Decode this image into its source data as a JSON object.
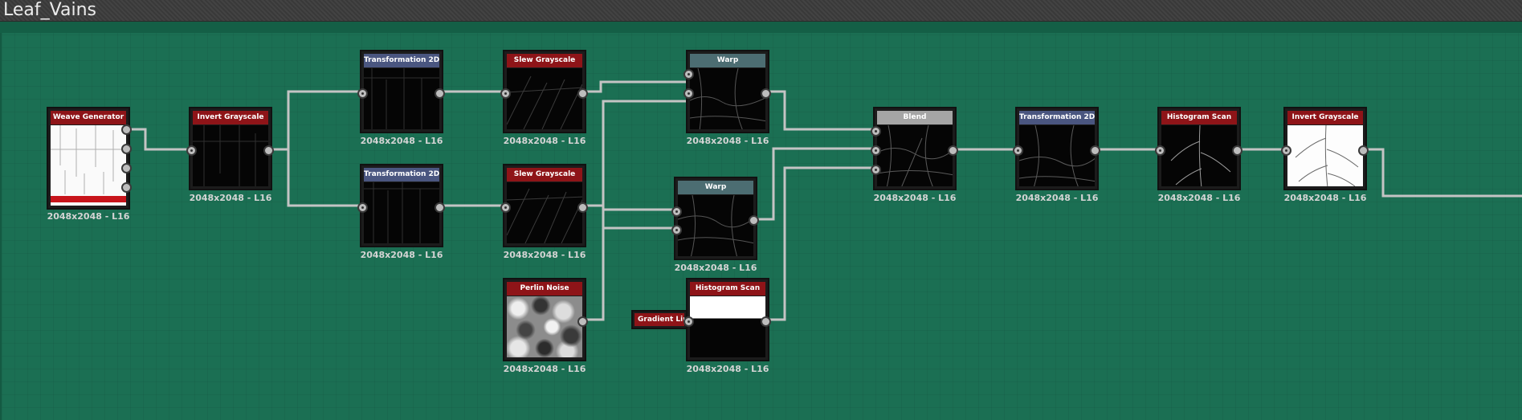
{
  "graph": {
    "title": "Leaf_Vains"
  },
  "colors": {
    "generator_header": "#8e1418",
    "filter_header": "#4a5680",
    "warp_header": "#4c6d72",
    "blend_header": "#a5a5a5",
    "wire": "#c4c4c4",
    "canvas": "#1b6f53"
  },
  "nodes": {
    "weave_generator": {
      "title": "Weave Generator",
      "resolution": "2048x2048 - L16",
      "icon": "weave-pattern-thumbnail"
    },
    "invert_grayscale_1": {
      "title": "Invert Grayscale",
      "resolution": "2048x2048 - L16"
    },
    "transformation_2d_1": {
      "title": "Transformation 2D",
      "resolution": "2048x2048 - L16"
    },
    "transformation_2d_2": {
      "title": "Transformation 2D",
      "resolution": "2048x2048 - L16"
    },
    "slew_grayscale_1": {
      "title": "Slew Grayscale",
      "resolution": "2048x2048 - L16"
    },
    "slew_grayscale_2": {
      "title": "Slew Grayscale",
      "resolution": "2048x2048 - L16"
    },
    "perlin_noise": {
      "title": "Perlin Noise",
      "resolution": "2048x2048 - L16"
    },
    "warp_1": {
      "title": "Warp",
      "resolution": "2048x2048 - L16"
    },
    "warp_2": {
      "title": "Warp",
      "resolution": "2048x2048 - L16"
    },
    "gradient_linear": {
      "title": "Gradient Lin..."
    },
    "histogram_scan_1": {
      "title": "Histogram Scan",
      "resolution": "2048x2048 - L16"
    },
    "blend": {
      "title": "Blend",
      "resolution": "2048x2048 - L16"
    },
    "transformation_2d_3": {
      "title": "Transformation 2D",
      "resolution": "2048x2048 - L16"
    },
    "histogram_scan_2": {
      "title": "Histogram Scan",
      "resolution": "2048x2048 - L16"
    },
    "invert_grayscale_2": {
      "title": "Invert Grayscale",
      "resolution": "2048x2048 - L16"
    }
  }
}
